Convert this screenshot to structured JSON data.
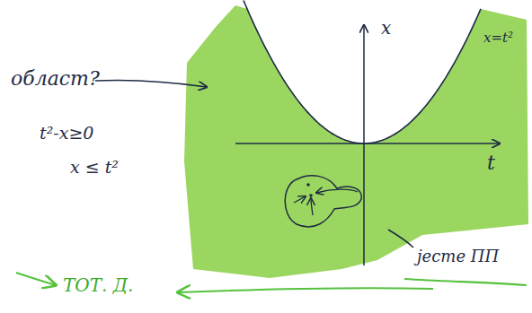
{
  "diagram": {
    "labels": [
      "област?",
      "t²-x≥0",
      "x ≤ t²",
      "x",
      "t",
      "x=t²",
      "јесте ПП",
      "ТОТ. Д."
    ]
  }
}
